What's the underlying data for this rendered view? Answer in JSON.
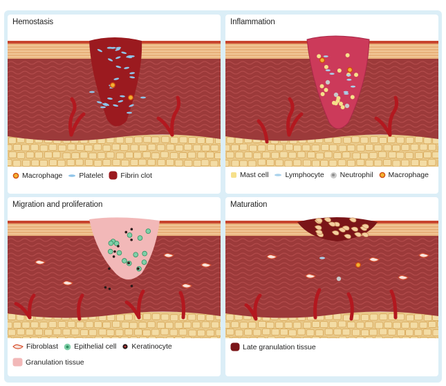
{
  "panels": [
    {
      "title": "Hemostasis",
      "legend": [
        {
          "icon": "macrophage-icon",
          "label": "Macrophage"
        },
        {
          "icon": "platelet-icon",
          "label": "Platelet"
        },
        {
          "icon": "fibrin-clot-icon",
          "label": "Fibrin clot"
        }
      ]
    },
    {
      "title": "Inflammation",
      "legend": [
        {
          "icon": "mast-cell-icon",
          "label": "Mast cell"
        },
        {
          "icon": "lymphocyte-icon",
          "label": "Lymphocyte"
        },
        {
          "icon": "neutrophil-icon",
          "label": "Neutrophil"
        },
        {
          "icon": "macrophage-icon",
          "label": "Macrophage"
        }
      ]
    },
    {
      "title": "Migration and proliferation",
      "legend": [
        {
          "icon": "fibroblast-icon",
          "label": "Fibroblast"
        },
        {
          "icon": "epithelial-cell-icon",
          "label": "Epithelial cell"
        },
        {
          "icon": "keratinocyte-icon",
          "label": "Keratinocyte"
        },
        {
          "icon": "granulation-tissue-icon",
          "label": "Granulation tissue"
        }
      ]
    },
    {
      "title": "Maturation",
      "legend": [
        {
          "icon": "late-granulation-tissue-icon",
          "label": "Late granulation tissue"
        }
      ]
    }
  ],
  "colors": {
    "frame": "#dbeef7",
    "epidermis": "#e8b07a",
    "dermis": "#9c3a3a",
    "hypodermis": "#e9c98a",
    "vessel": "#b3181f",
    "fibrin_clot": "#9b1a1f",
    "inflamed_wound": "#cc3a5a",
    "granulation": "#f2b8b8",
    "late_granulation": "#7a1518"
  }
}
